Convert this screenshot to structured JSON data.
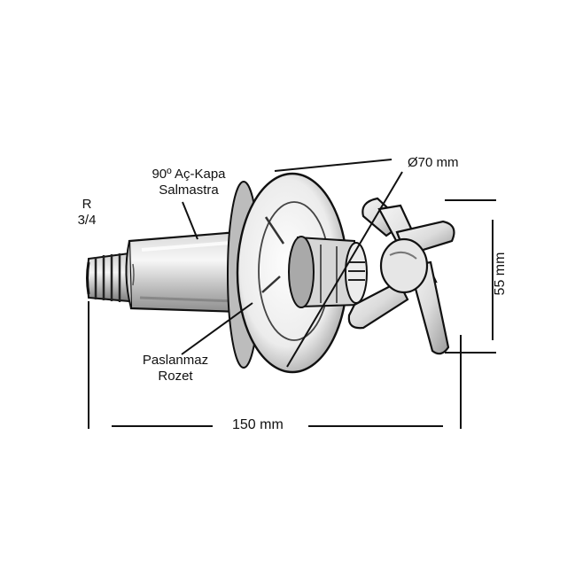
{
  "labels": {
    "thread_line1": "R",
    "thread_line2": "3/4",
    "valve_line1": "90º Aç-Kapa",
    "valve_line2": "Salmastra",
    "diameter": "Ø70 mm",
    "height": "55 mm",
    "rosette_line1": "Paslanmaz",
    "rosette_line2": "Rozet",
    "length": "150 mm"
  },
  "colors": {
    "line": "#111111",
    "shade": "#8a8a8a",
    "light": "#e9e9e9"
  }
}
